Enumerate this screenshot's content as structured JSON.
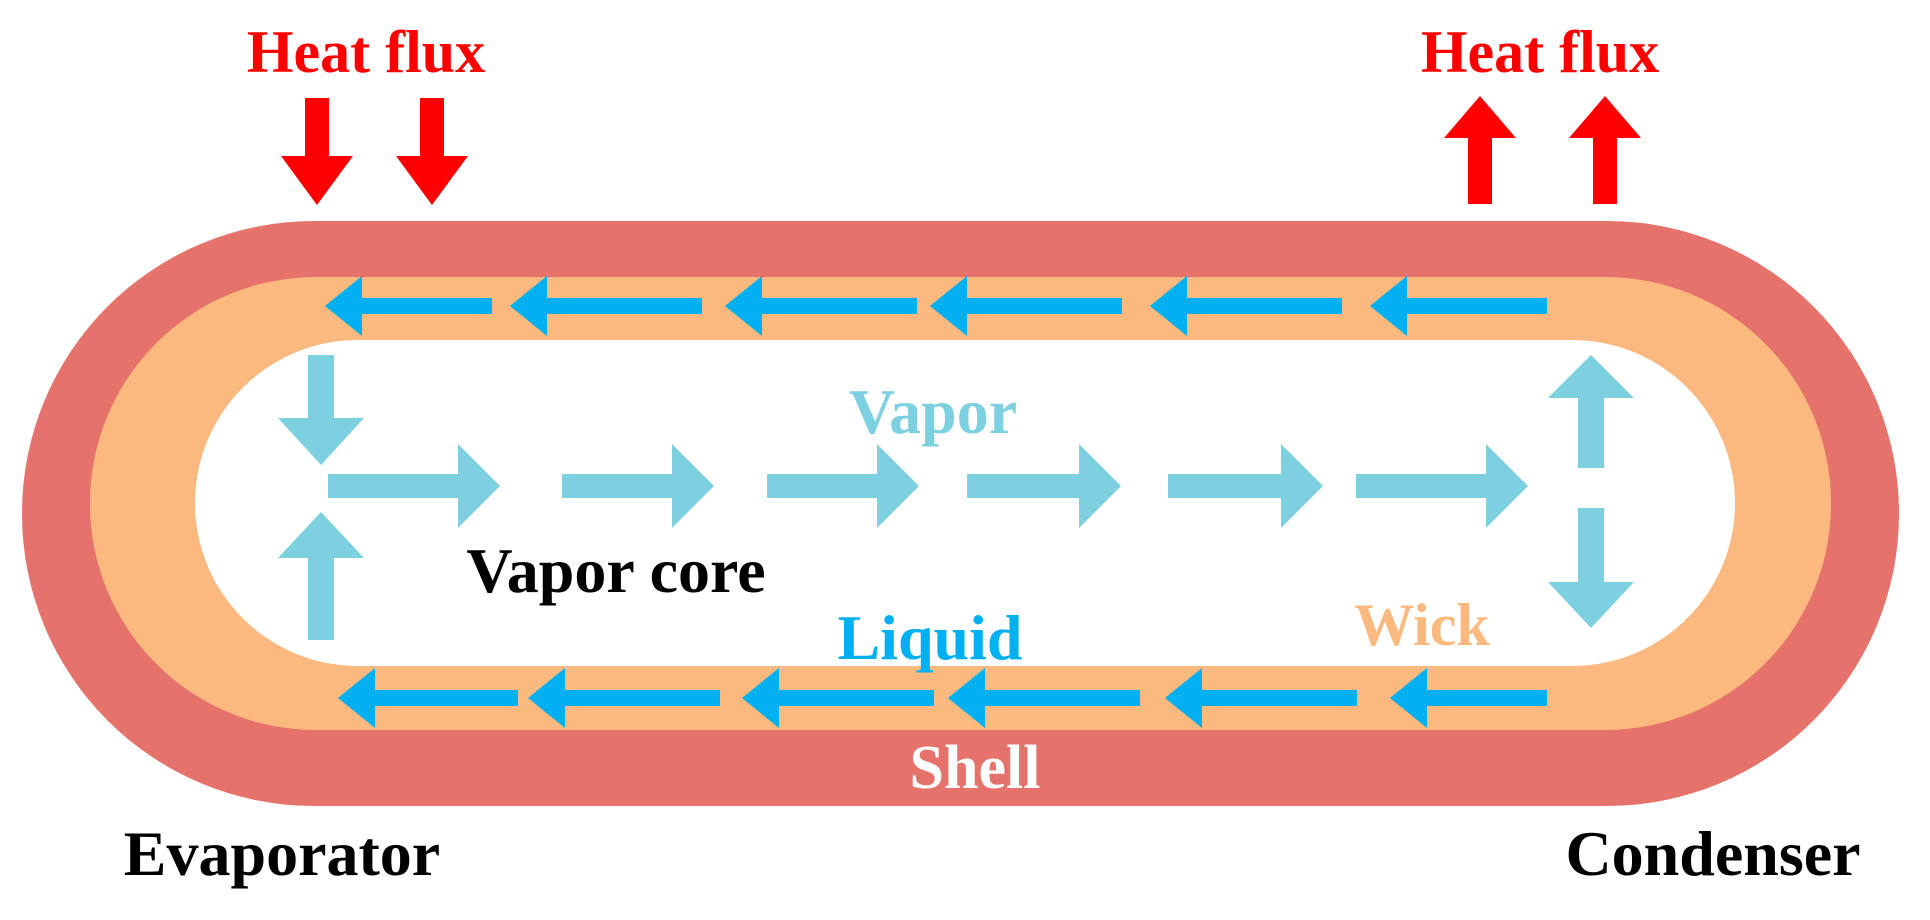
{
  "labels": {
    "heat_flux_in": "Heat flux",
    "heat_flux_out": "Heat flux",
    "vapor": "Vapor",
    "vapor_core": "Vapor core",
    "liquid": "Liquid",
    "wick": "Wick",
    "shell": "Shell",
    "evaporator": "Evaporator",
    "condenser": "Condenser"
  },
  "colors": {
    "heat": "#ff0000",
    "shell": "#e5736b",
    "wick": "#fbb87f",
    "vapor": "#7dd0e0",
    "liquid": "#00b0f0",
    "shell_label": "#ffffff",
    "wick_label": "#fbb87f",
    "vapor_label": "#7dd0e0",
    "liquid_label": "#00b0f0",
    "text": "#000000"
  }
}
